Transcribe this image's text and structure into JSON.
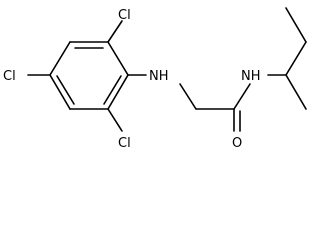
{
  "diagram": {
    "atoms": {
      "cl_top": "Cl",
      "cl_left": "Cl",
      "cl_bottom": "Cl",
      "nh_aryl": "NH",
      "nh_amide": "NH",
      "o": "O"
    }
  },
  "colors": {
    "stroke": "#000000",
    "background": "#ffffff"
  }
}
